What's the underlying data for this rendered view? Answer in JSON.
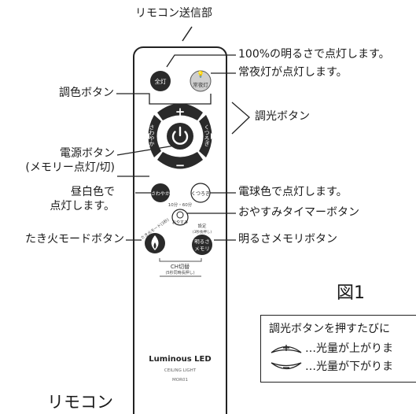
{
  "remote": {
    "top_label": "リモコン送信部",
    "caption": "リモコン",
    "buttons": {
      "all_on": "全灯",
      "night_light": "常夜灯",
      "plus": "+",
      "minus": "−",
      "sawayaka": "さわやか",
      "kutsurogi": "くつろぎ",
      "sawayaka_small": "さわやか",
      "kutsurogi_small": "くつろぎ",
      "oyasumi": "おやすみ",
      "timer_arc": "10分・60分",
      "settei": "設定",
      "settei_sub": "(3秒長押し)",
      "takibi_arc": "たき火モード(3秒)",
      "memory": "明るさメモリ",
      "ch_switch": "CH切替",
      "ch_sub": "(5秒同時長押し)"
    },
    "brand": {
      "logo": "Luminous LED",
      "product": "CEILING LIGHT",
      "model": "MOR01"
    }
  },
  "annotations": {
    "full_on": "100%の明るさで点灯します。",
    "night": "常夜灯が点灯します。",
    "color_adjust": "調色ボタン",
    "dimmer": "調光ボタン",
    "power_1": "電源ボタン",
    "power_2": "(メモリー点灯/切)",
    "daylight_1": "昼白色で",
    "daylight_2": "点灯します。",
    "warm": "電球色で点灯します。",
    "sleep_timer": "おやすみタイマーボタン",
    "takibi": "たき火モードボタン",
    "memory": "明るさメモリボタン"
  },
  "figure": {
    "title": "図1",
    "note_title": "調光ボタンを押すたびに",
    "note_up": "…光量が上がりま",
    "note_down": "…光量が下がりま"
  }
}
